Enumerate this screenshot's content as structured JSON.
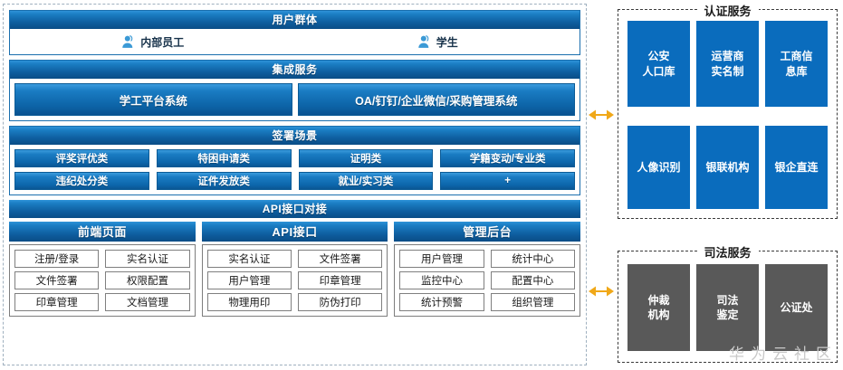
{
  "platform": {
    "user_group": {
      "title": "用户群体",
      "users": [
        {
          "icon": "user-icon",
          "label": "内部员工"
        },
        {
          "icon": "user-icon",
          "label": "学生"
        }
      ]
    },
    "integration": {
      "title": "集成服务",
      "systems": [
        "学工平台系统",
        "OA/钉钉/企业微信/采购管理系统"
      ]
    },
    "scenarios": {
      "title": "签署场景",
      "chips": [
        "评奖评优类",
        "特困申请类",
        "证明类",
        "学籍变动/专业类",
        "违纪处分类",
        "证件发放类",
        "就业/实习类",
        "+"
      ]
    },
    "api": {
      "title": "API接口对接",
      "columns": [
        {
          "title": "前端页面",
          "items": [
            "注册/登录",
            "实名认证",
            "文件签署",
            "权限配置",
            "印章管理",
            "文档管理"
          ]
        },
        {
          "title": "API接口",
          "items": [
            "实名认证",
            "文件签署",
            "用户管理",
            "印章管理",
            "物理用印",
            "防伪打印"
          ]
        },
        {
          "title": "管理后台",
          "items": [
            "用户管理",
            "统计中心",
            "监控中心",
            "配置中心",
            "统计预警",
            "组织管理"
          ]
        }
      ]
    }
  },
  "connectors": [
    {
      "name": "connector-auth",
      "icon": "double-arrow-icon",
      "color": "#f0a818"
    },
    {
      "name": "connector-judicial",
      "icon": "double-arrow-icon",
      "color": "#f0a818"
    }
  ],
  "auth_service": {
    "title": "认证服务",
    "rows": [
      [
        "公安\n人口库",
        "运营商\n实名制",
        "工商信\n息库"
      ],
      [
        "人像识别",
        "银联机构",
        "银企直连"
      ]
    ]
  },
  "judicial_service": {
    "title": "司法服务",
    "rows": [
      [
        "仲裁\n机构",
        "司法\n鉴定",
        "公证处"
      ]
    ]
  },
  "watermark": "华为云社区",
  "colors": {
    "bar_blue_top": "#2f93d8",
    "bar_blue_bottom": "#0a4d86",
    "tile_blue": "#0a6cbd",
    "tile_gray": "#595959",
    "arrow_orange": "#f0a818",
    "panel_dash": "#3b3b3b"
  }
}
